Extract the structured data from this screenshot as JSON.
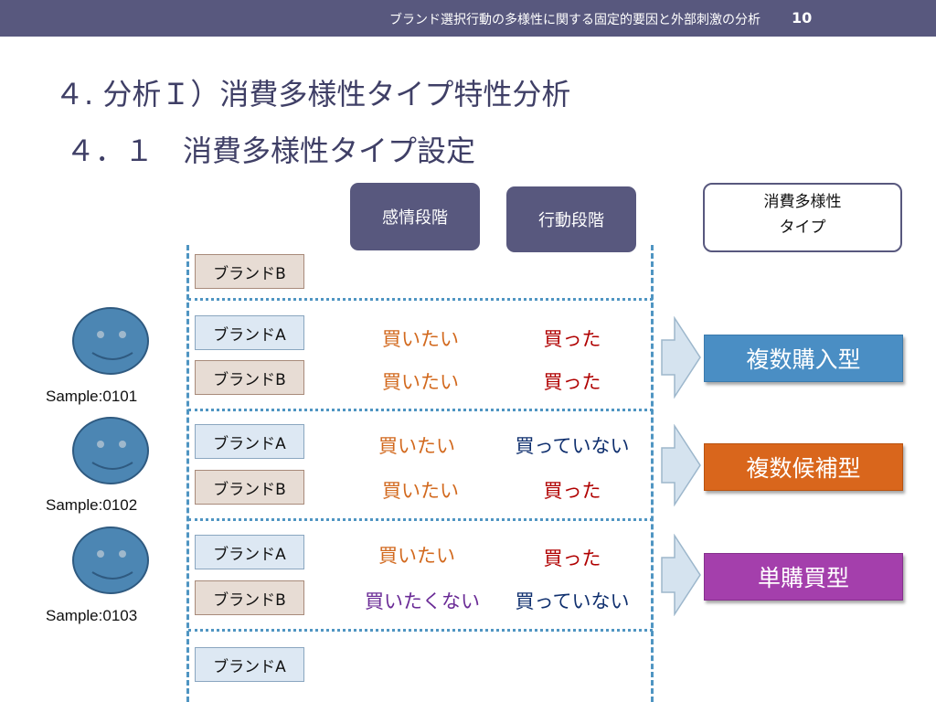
{
  "header": {
    "title": "ブランド選択行動の多様性に関する固定的要因と外部刺激の分析",
    "page_number": "10"
  },
  "headings": {
    "h1": "４. 分析Ｉ）消費多様性タイプ特性分析",
    "h2": "４．１　消費多様性タイプ設定"
  },
  "columns": {
    "emotion": "感情段階",
    "action": "行動段階",
    "type_line1": "消費多様性",
    "type_line2": "タイプ"
  },
  "brands": {
    "top": "ブランドB",
    "bottom": "ブランドA"
  },
  "samples": [
    {
      "label": "Sample:0101",
      "rows": [
        {
          "brand": "ブランドA",
          "emotion": "買いたい",
          "action": "買った"
        },
        {
          "brand": "ブランドB",
          "emotion": "買いたい",
          "action": "買った"
        }
      ],
      "type": "複数購入型"
    },
    {
      "label": "Sample:0102",
      "rows": [
        {
          "brand": "ブランドA",
          "emotion": "買いたい",
          "action": "買っていない"
        },
        {
          "brand": "ブランドB",
          "emotion": "買いたい",
          "action": "買った"
        }
      ],
      "type": "複数候補型"
    },
    {
      "label": "Sample:0103",
      "rows": [
        {
          "brand": "ブランドA",
          "emotion": "買いたい",
          "action": "買った"
        },
        {
          "brand": "ブランドB",
          "emotion": "買いたくない",
          "action": "買っていない"
        }
      ],
      "type": "単購買型"
    }
  ],
  "colors": {
    "header_bar": "#58587e",
    "heading_text": "#3f3f66",
    "want": "#d2691e",
    "bought": "#b00000",
    "not_bought": "#0f2f6e",
    "not_want": "#6a2b96",
    "type_blue": "#4a8ec4",
    "type_orange": "#d9661c",
    "type_purple": "#a43fac"
  }
}
